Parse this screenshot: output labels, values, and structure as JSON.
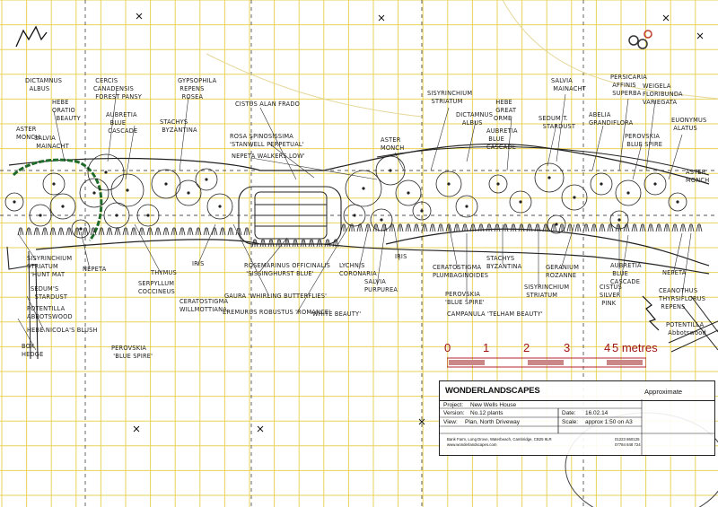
{
  "labels": [
    {
      "id": "dictamnus-albus-left",
      "text": "DICTAMNUS\n  ALBUS"
    },
    {
      "id": "aster-monch-left",
      "text": "ASTER\nMONCH"
    },
    {
      "id": "hebe-oratio-beauty",
      "text": "HEBE\nORATIO\n  BEAUTY"
    },
    {
      "id": "salvia-mainacht-left",
      "text": "SALVIA\n MAINACHT"
    },
    {
      "id": "cercis-canadensis",
      "text": " CERCIS\nCANADENSIS\n FOREST PANSY"
    },
    {
      "id": "aubretia-blue-cascade-left",
      "text": "AUBRETIA\n  BLUE\n CASCADE"
    },
    {
      "id": "stachys-byzantina-left",
      "text": "STACHYS\n BYZANTINA"
    },
    {
      "id": "gypsophila-repens-rosea",
      "text": "GYPSOPHILA\n REPENS\n  ROSEA"
    },
    {
      "id": "cistus-alan-frado",
      "text": "CISTUS ALAN FRADO"
    },
    {
      "id": "rosa-spinosissima",
      "text": "ROSA SPINOSISSIMA\n'STANWELL PERPETUAL'"
    },
    {
      "id": "nepeta-walkers-low",
      "text": "NEPETA WALKERS LOW'"
    },
    {
      "id": "aster-monch-mid",
      "text": "ASTER\nMONCH"
    },
    {
      "id": "sisyrinchium-striatum-top",
      "text": "SISYRINCHIUM\n  STRIATUM"
    },
    {
      "id": "dictamnus-albus-mid",
      "text": "DICTAMNUS\n   ALBUS"
    },
    {
      "id": "hebe-great-orme",
      "text": " HEBE\n GREAT\nORME"
    },
    {
      "id": "aubretia-blue-cascade-mid",
      "text": "AUBRETIA\n BLUE\nCASCADE"
    },
    {
      "id": "salvia-mainacht-mid",
      "text": "SALVIA\n MAINACHT"
    },
    {
      "id": "sedum-t-stardust",
      "text": "SEDUM T.\n  STARDUST"
    },
    {
      "id": "abelia-grandiflora",
      "text": "ABELIA\nGRANDIFLORA"
    },
    {
      "id": "persicaria-affinis",
      "text": "PERSICARIA\n AFFINIS\n SUPERBA"
    },
    {
      "id": "weigela-florida",
      "text": "WEIGELA\nFLORIBUNDA\nVARIEGATA"
    },
    {
      "id": "perovskia-blue-spire-top",
      "text": "PEROVSKIA\n BLUE SPIRE"
    },
    {
      "id": "euonymus-alatus",
      "text": "EUONYMUS\n ALATUS"
    },
    {
      "id": "aster-monch-right",
      "text": "ASTER\nMONCH"
    },
    {
      "id": "sisyrinchium-striatum-left",
      "text": "SISYRINCHIUM\nSTRIATUM"
    },
    {
      "id": "hunt-mat",
      "text": "'HUNT MAT"
    },
    {
      "id": "nepeta-left",
      "text": "NEPETA"
    },
    {
      "id": "sedum-stardust-left",
      "text": "SEDUM'S\n  STARDUST"
    },
    {
      "id": "potentilla-abbotswood",
      "text": "POTENTILLA\nABBOTSWOOD"
    },
    {
      "id": "thymus",
      "text": "THYMUS"
    },
    {
      "id": "serpyllum-coccineus",
      "text": "SERPYLLUM\nCOCCINEUS"
    },
    {
      "id": "iris-left",
      "text": "IRIS"
    },
    {
      "id": "ceratostigma-willmottianum",
      "text": "CERATOSTIGMA\nWILLMOTTIANA"
    },
    {
      "id": "rosmarinus",
      "text": "ROSEMARINUS OFFICINALIS\n 'SISSINGHURST BLUE'"
    },
    {
      "id": "gaura",
      "text": "GAURA 'WHIRLING BUTTERFLIES'"
    },
    {
      "id": "eremurus",
      "text": "EREMURUS ROBUSTUS 'ROMANCE'"
    },
    {
      "id": "white-beauty",
      "text": "'WHITE BEAUTY'"
    },
    {
      "id": "lychnis-coronaria",
      "text": "LYCHNIS\nCORONARIA"
    },
    {
      "id": "iris-mid",
      "text": "IRIS"
    },
    {
      "id": "salvia-purpurea",
      "text": "SALVIA\nPURPUREA"
    },
    {
      "id": "ceratostigma-plumbaginoides",
      "text": "CERATOSTIGMA\nPLUMBAGINOIDES"
    },
    {
      "id": "stachys-byzantina-mid",
      "text": "STACHYS\nBYZANTINA"
    },
    {
      "id": "perovskia-mid",
      "text": "PEROVSKIA\n'BLUE SPIRE'"
    },
    {
      "id": "campanula",
      "text": "CAMPANULA 'TELHAM BEAUTY'"
    },
    {
      "id": "sisyrinchium-striatum-right",
      "text": "SISYRINCHIUM\n STRIATUM"
    },
    {
      "id": "geranium-rozanne",
      "text": "GERANIUM\nROZANNE"
    },
    {
      "id": "aubretia-right",
      "text": "AUBRETIA\n BLUE\nCASCADE"
    },
    {
      "id": "nepeta-right",
      "text": "NEPETA"
    },
    {
      "id": "cistus-silver-pink",
      "text": "CISTUS\nSILVER\n PINK"
    },
    {
      "id": "ceanothus",
      "text": "CEANOTHUS\nTHYRSIFLORUS\n REPENS"
    },
    {
      "id": "potentilla-right",
      "text": "POTENTILLA\n Abbotswood"
    },
    {
      "id": "hebe-nicolas-blush",
      "text": "HEBE NICOLA'S BLUSH"
    },
    {
      "id": "box-hedge",
      "text": "BOX\nHEDGE"
    },
    {
      "id": "perovskia-bottom",
      "text": "PEROVSKIA\n 'BLUE SPIRE'"
    }
  ],
  "scale": {
    "numbers": [
      "0",
      "1",
      "2",
      "3",
      "4"
    ],
    "last": "5 metres"
  },
  "titleblock": {
    "brand": "WONDERLANDSCAPES",
    "approx": "Approximate",
    "project_label": "Project:",
    "project_value": "New Wells House",
    "version_label": "Version:",
    "version_value": "No.12 plants",
    "date_label": "Date:",
    "date_value": "16.02.14",
    "view_label": "View:",
    "view_value": "Plan, North Driveway",
    "scale_label": "Scale:",
    "scale_value": "approx 1:50 on A3",
    "address": "Bank Farm, Long Drove, Waterbeach, Cambridge, CB25 9LR\nwww.wonderlandscapes.com",
    "phone": "01223 860125\n07784 848 724"
  },
  "colors": {
    "grid": "#e8d35a",
    "ink": "#1a1a1a",
    "hedge": "#1f6b2a",
    "scale_red": "#b3262b"
  }
}
